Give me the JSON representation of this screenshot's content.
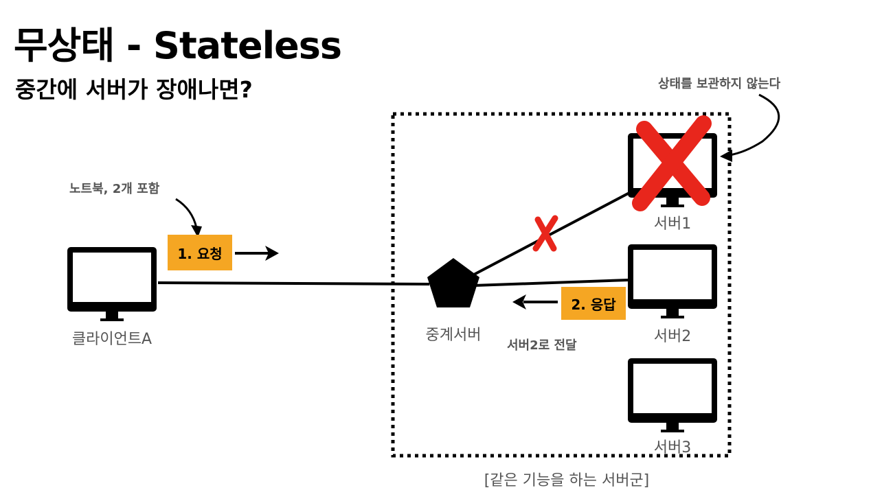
{
  "title": "무상태 - Stateless",
  "subtitle": "중간에 서버가 장애나면?",
  "notes": {
    "stateless": "상태를 보관하지 않는다",
    "laptop": "노트북, 2개 포함",
    "forward": "서버2로 전달"
  },
  "labels": {
    "client": "클라이언트A",
    "relay": "중계서버",
    "server1": "서버1",
    "server2": "서버2",
    "server3": "서버3",
    "group": "[같은 기능을 하는 서버군]"
  },
  "tags": {
    "request": "1. 요청",
    "response": "2. 응답"
  },
  "colors": {
    "tag_bg": "#f5a623",
    "failure_mark": "#e8261c",
    "note_text": "#555555"
  },
  "icons": {
    "monitor": "monitor-icon",
    "relay": "pentagon-icon",
    "failure": "red-x-icon"
  }
}
